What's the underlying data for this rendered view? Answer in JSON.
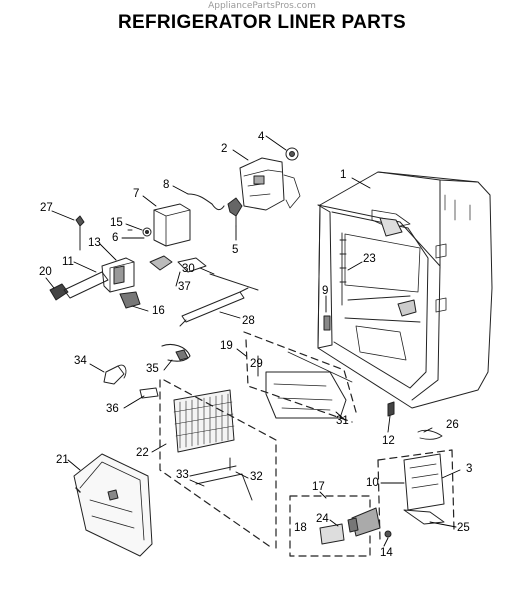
{
  "header": {
    "watermark": "AppliancePartsPros.com",
    "title": "REFRIGERATOR LINER PARTS"
  },
  "callouts": [
    "1",
    "2",
    "3",
    "4",
    "5",
    "6",
    "7",
    "8",
    "9",
    "10",
    "11",
    "12",
    "13",
    "14",
    "15",
    "16",
    "17",
    "18",
    "19",
    "20",
    "21",
    "22",
    "23",
    "24",
    "25",
    "26",
    "27",
    "28",
    "29",
    "30",
    "31",
    "32",
    "33",
    "34",
    "35",
    "36",
    "37"
  ]
}
